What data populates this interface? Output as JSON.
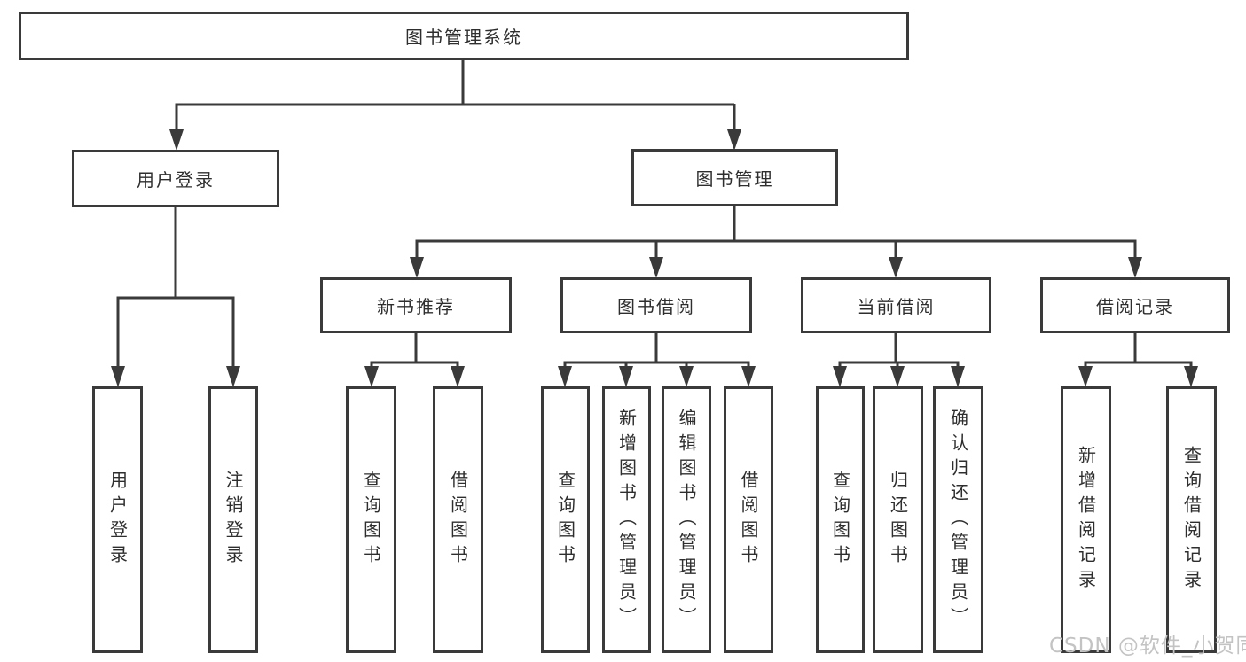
{
  "diagram": {
    "watermark": "CSDN @软件_小贺同学",
    "colors": {
      "line": "#3a3a3a",
      "text": "#2e2e2e",
      "background": "#ffffff",
      "watermark": "#c3c3c3"
    },
    "nodes": {
      "root": {
        "label": "图书管理系统"
      },
      "level2": [
        {
          "label": "用户登录"
        },
        {
          "label": "图书管理"
        }
      ],
      "level3": [
        {
          "label": "新书推荐"
        },
        {
          "label": "图书借阅"
        },
        {
          "label": "当前借阅"
        },
        {
          "label": "借阅记录"
        }
      ],
      "leaves": [
        {
          "label": "用户登录",
          "parent": "用户登录"
        },
        {
          "label": "注销登录",
          "parent": "用户登录"
        },
        {
          "label": "查询图书",
          "parent": "新书推荐"
        },
        {
          "label": "借阅图书",
          "parent": "新书推荐"
        },
        {
          "label": "查询图书",
          "parent": "图书借阅"
        },
        {
          "label": "新增图书（管理员）",
          "parent": "图书借阅"
        },
        {
          "label": "编辑图书（管理员）",
          "parent": "图书借阅"
        },
        {
          "label": "借阅图书",
          "parent": "图书借阅"
        },
        {
          "label": "查询图书",
          "parent": "当前借阅"
        },
        {
          "label": "归还图书",
          "parent": "当前借阅"
        },
        {
          "label": "确认归还（管理员）",
          "parent": "当前借阅"
        },
        {
          "label": "新增借阅记录",
          "parent": "借阅记录"
        },
        {
          "label": "查询借阅记录",
          "parent": "借阅记录"
        }
      ]
    }
  }
}
